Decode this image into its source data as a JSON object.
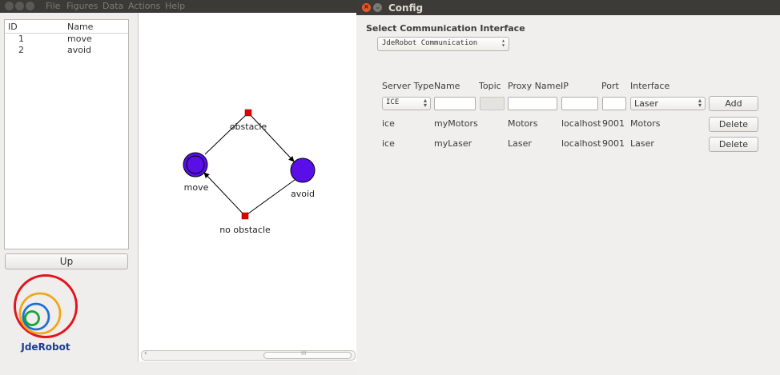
{
  "main_window": {
    "menu": [
      "File",
      "Figures",
      "Data",
      "Actions",
      "Help"
    ],
    "table": {
      "columns": [
        "ID",
        "Name"
      ],
      "rows": [
        {
          "id": "1",
          "name": "move"
        },
        {
          "id": "2",
          "name": "avoid"
        }
      ]
    },
    "up_button": "Up",
    "logo_text": "JdeRobot",
    "hscroll_glyph": "III",
    "diagram": {
      "states": [
        "move",
        "avoid"
      ],
      "transitions": [
        "obstacle",
        "no obstacle"
      ]
    }
  },
  "config": {
    "title": "Config",
    "close_glyph": "×",
    "min_glyph": "–",
    "section_label": "Select Communication Interface",
    "comm_selected": "JdeRobot Communication",
    "headers": {
      "server_type": "Server Type",
      "name": "Name",
      "topic": "Topic",
      "proxy_name": "Proxy Name",
      "ip": "IP",
      "port": "Port",
      "interface": "Interface"
    },
    "new_row": {
      "server_type": "ICE",
      "interface": "Laser",
      "add_label": "Add"
    },
    "interfaces": [
      {
        "server_type": "ice",
        "name": "myMotors",
        "proxy_name": "Motors",
        "ip": "localhost",
        "port": "9001",
        "interface": "Motors",
        "action": "Delete"
      },
      {
        "server_type": "ice",
        "name": "myLaser",
        "proxy_name": "Laser",
        "ip": "localhost",
        "port": "9001",
        "interface": "Laser",
        "action": "Delete"
      }
    ]
  },
  "colors": {
    "state_fill": "#5b0fe8",
    "transition_marker": "#e00000",
    "logo_ring_red": "#e3141d",
    "logo_ring_orange": "#f2a51a",
    "logo_ring_blue": "#1f6fd1",
    "logo_ring_green": "#13a538",
    "logo_text": "#1b3c8f"
  }
}
